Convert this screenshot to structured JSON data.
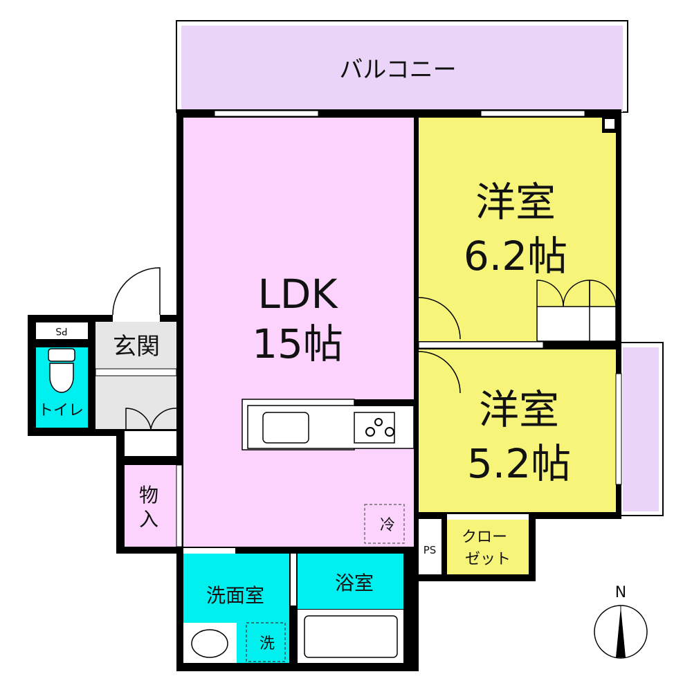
{
  "balcony": {
    "label": "バルコニー"
  },
  "rooms": {
    "ldk": {
      "name": "LDK",
      "size": "15帖"
    },
    "bedroom1": {
      "name": "洋室",
      "size": "6.2帖"
    },
    "bedroom2": {
      "name": "洋室",
      "size": "5.2帖"
    },
    "entrance": {
      "name": "玄関"
    },
    "toilet": {
      "name": "トイレ"
    },
    "storage": {
      "name_top": "物",
      "name_bottom": "入"
    },
    "washroom": {
      "name": "洗面室"
    },
    "bathroom": {
      "name": "浴室"
    },
    "closet": {
      "name_top": "クロー",
      "name_bottom": "ゼット"
    },
    "ps_right": {
      "name": "PS"
    },
    "ps_left": {
      "name": "PS"
    }
  },
  "fixtures": {
    "fridge": "冷",
    "washer": "洗"
  },
  "compass": {
    "label": "N"
  },
  "colors": {
    "ldk": "#fcd3fc",
    "bedroom": "#f6f57a",
    "wet": "#00f0f0",
    "balcony": "#ead5f8",
    "entrance": "#e6e6e6",
    "wall": "#000000"
  }
}
